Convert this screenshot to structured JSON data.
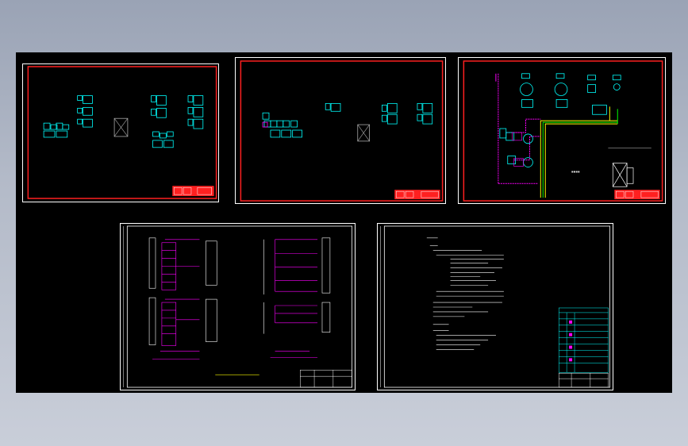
{
  "viewer": {
    "background_color": "#000000",
    "page_color": "#a6adbd"
  },
  "sheets": [
    {
      "name": "layout-sheet-1",
      "frame_color": "#ff2020",
      "symbol_color": "#00ffff"
    },
    {
      "name": "layout-sheet-2",
      "frame_color": "#ff2020",
      "symbol_color": "#00ffff"
    },
    {
      "name": "piping-sheet-3",
      "frame_color": "#ff2020",
      "symbol_color": "#00ffff",
      "pipe_colors": [
        "#ffff00",
        "#00ff00",
        "#ff00ff"
      ]
    },
    {
      "name": "wiring-sheet-4",
      "frame_color": "#ffffff",
      "symbol_color": "#ff00ff"
    },
    {
      "name": "notes-sheet-5",
      "frame_color": "#ffffff",
      "table_color": "#00ffff"
    }
  ],
  "colors": {
    "red": "#ff2020",
    "cyan": "#00ffff",
    "magenta": "#ff00ff",
    "yellow": "#ffff00",
    "green": "#00ff00",
    "white": "#ffffff"
  }
}
